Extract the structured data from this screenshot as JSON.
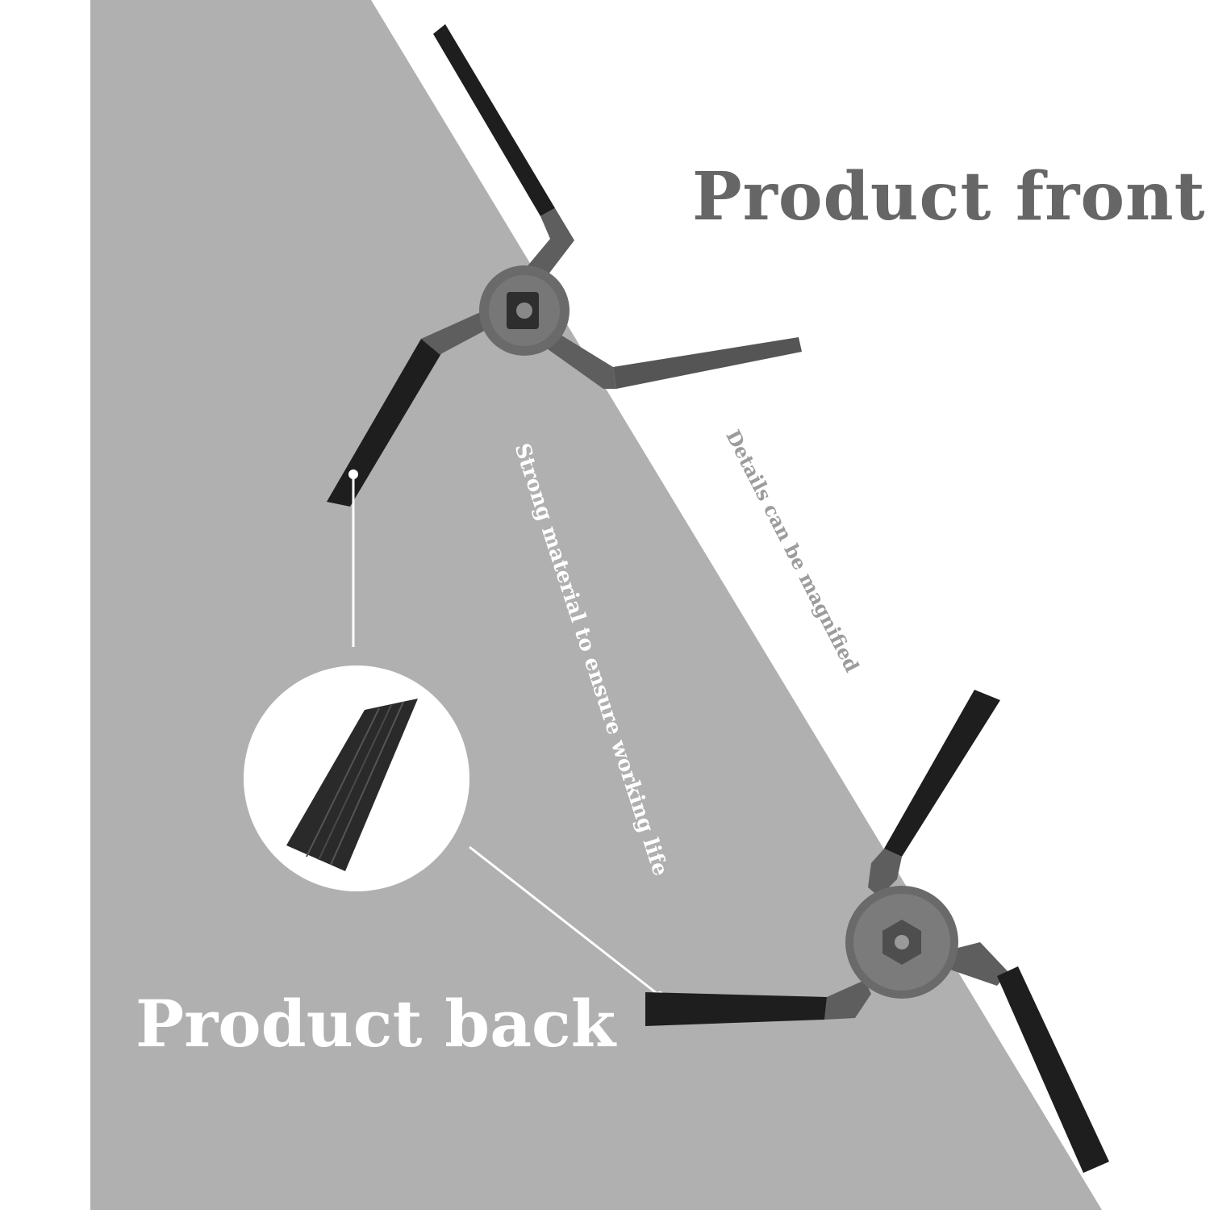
{
  "product_front_label": "Product front",
  "product_back_label": "Product back",
  "material_note": "Strong material to ensure working life",
  "magnify_note": "Details can be magnified",
  "colors": {
    "background": "#ffffff",
    "panel": "#b0b0b0",
    "front_title": "#666666",
    "back_title": "#ffffff",
    "arm": "#5e5e5e",
    "bristle": "#1e1e1e"
  }
}
